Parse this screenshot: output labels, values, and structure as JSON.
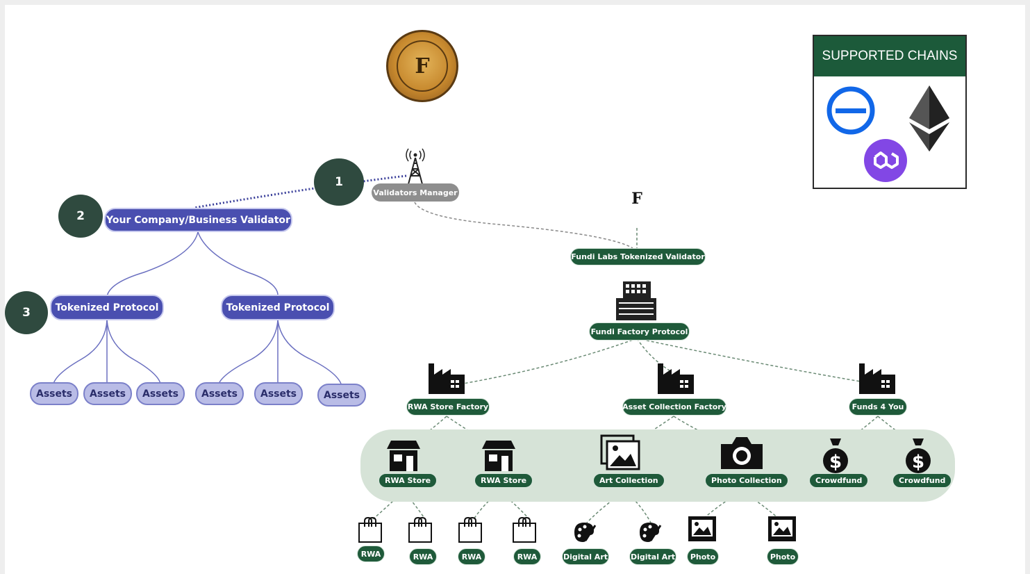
{
  "colors": {
    "validator_blue": "#4a4fb0",
    "asset_lavender": "#b9bce6",
    "factory_green": "#1f5a3a",
    "band": "#d6e3d7",
    "step_badge": "#2f4a3f",
    "chains_header": "#1c5a3a"
  },
  "steps": [
    "1",
    "2",
    "3"
  ],
  "left_tree": {
    "validator": "Your Company/Business Validator",
    "protocols": [
      "Tokenized Protocol",
      "Tokenized Protocol"
    ],
    "assets": [
      "Assets",
      "Assets",
      "Assets",
      "Assets",
      "Assets",
      "Assets"
    ]
  },
  "validators_manager": "Validators Manager",
  "fundi_labs_validator": "Fundi Labs Tokenized Validator",
  "fundi_factory": "Fundi Factory Protocol",
  "factories": [
    "RWA Store Factory",
    "Asset Collection Factory",
    "Funds 4 You"
  ],
  "collections": [
    "RWA Store",
    "RWA Store",
    "Art Collection",
    "Photo Collection",
    "Crowdfund",
    "Crowdfund"
  ],
  "items": [
    "RWA",
    "RWA",
    "RWA",
    "RWA",
    "Digital Art",
    "Digital Art",
    "Photo",
    "Photo"
  ],
  "supported_chains": {
    "title": "SUPPORTED CHAINS",
    "icons": [
      "ethereum-icon",
      "polygon-icon",
      "coin-circle-icon"
    ]
  },
  "logos": {
    "top_logo_letter": "F",
    "fundi_labs_letter": "F"
  }
}
